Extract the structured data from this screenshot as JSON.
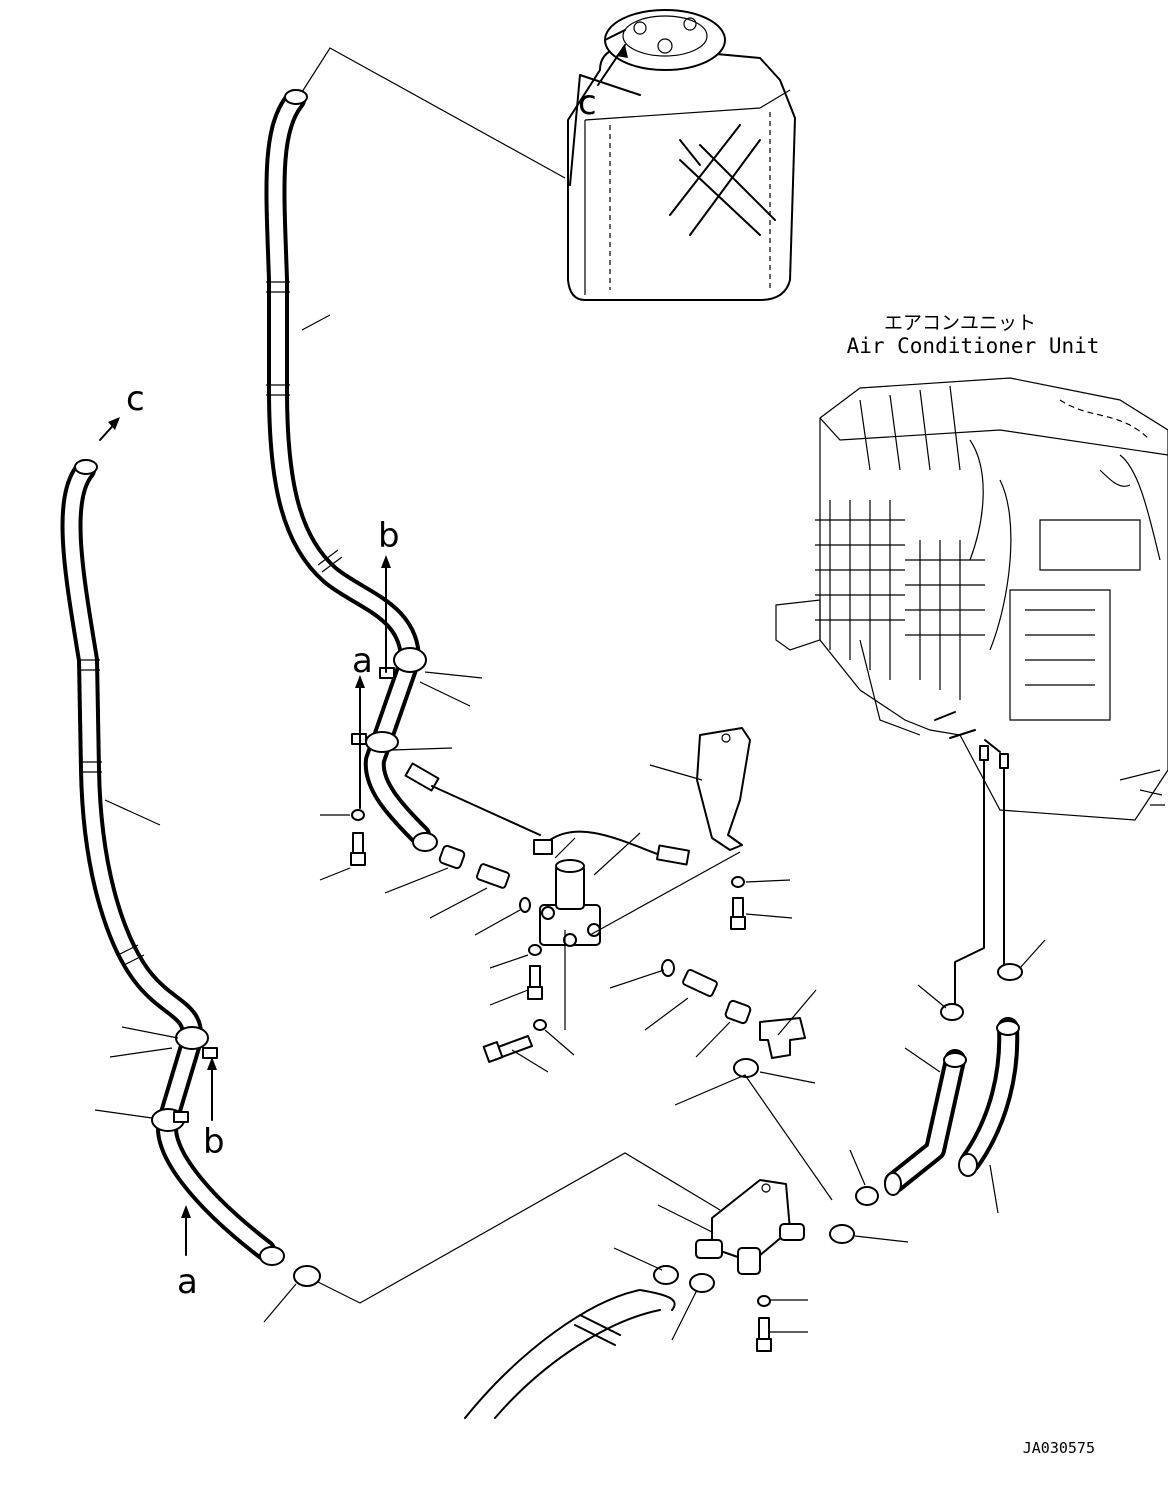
{
  "unit_label": {
    "japanese": "エアコンユニット",
    "english": "Air Conditioner Unit"
  },
  "reference_letters": {
    "c_tank": "c",
    "c_arrow": "c",
    "b_upper": "b",
    "a_upper": "a",
    "b_lower": "b",
    "a_lower": "a"
  },
  "drawing_code": "JA030575"
}
